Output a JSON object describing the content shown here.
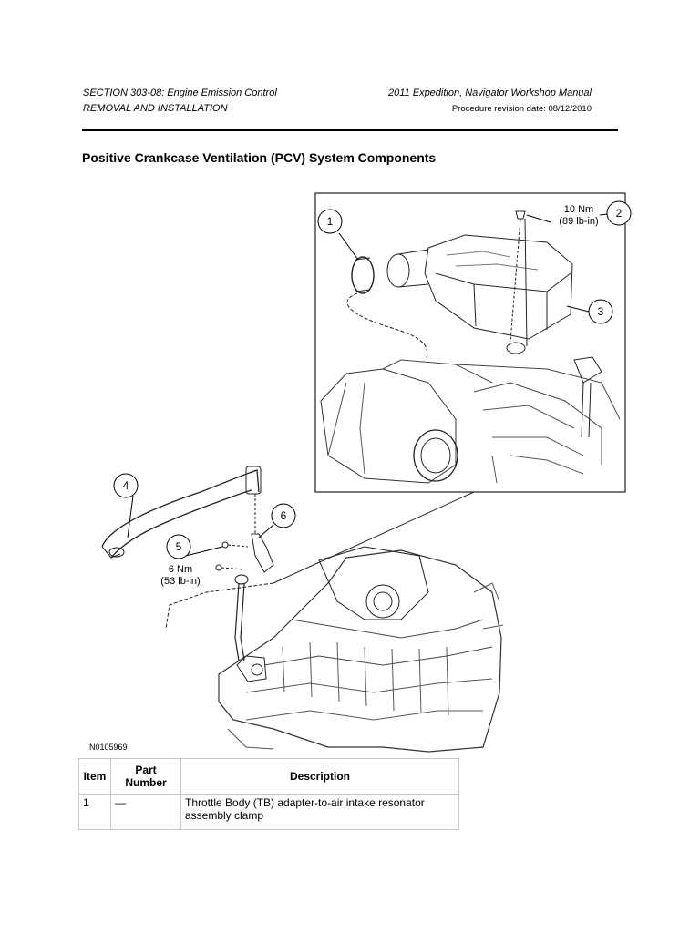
{
  "header": {
    "section": "SECTION 303-08: Engine Emission Control",
    "procedure": "REMOVAL AND INSTALLATION",
    "manual": "2011 Expedition, Navigator Workshop Manual",
    "revision": "Procedure revision date: 08/12/2010"
  },
  "title": "Positive Crankcase Ventilation (PCV) System Components",
  "figure": {
    "id": "N0105969",
    "callouts": {
      "c1": "1",
      "c2": "2",
      "c3": "3",
      "c4": "4",
      "c5": "5",
      "c6": "6"
    },
    "torque_2_nm": "10 Nm",
    "torque_2_lbin": "(89 lb-in)",
    "torque_5_nm": "6 Nm",
    "torque_5_lbin": "(53 lb-in)"
  },
  "table": {
    "headers": [
      "Item",
      "Part\nNumber",
      "Description"
    ],
    "rows": [
      {
        "item": "1",
        "part_number": "—",
        "description": "Throttle Body (TB) adapter-to-air intake resonator assembly clamp"
      }
    ]
  }
}
